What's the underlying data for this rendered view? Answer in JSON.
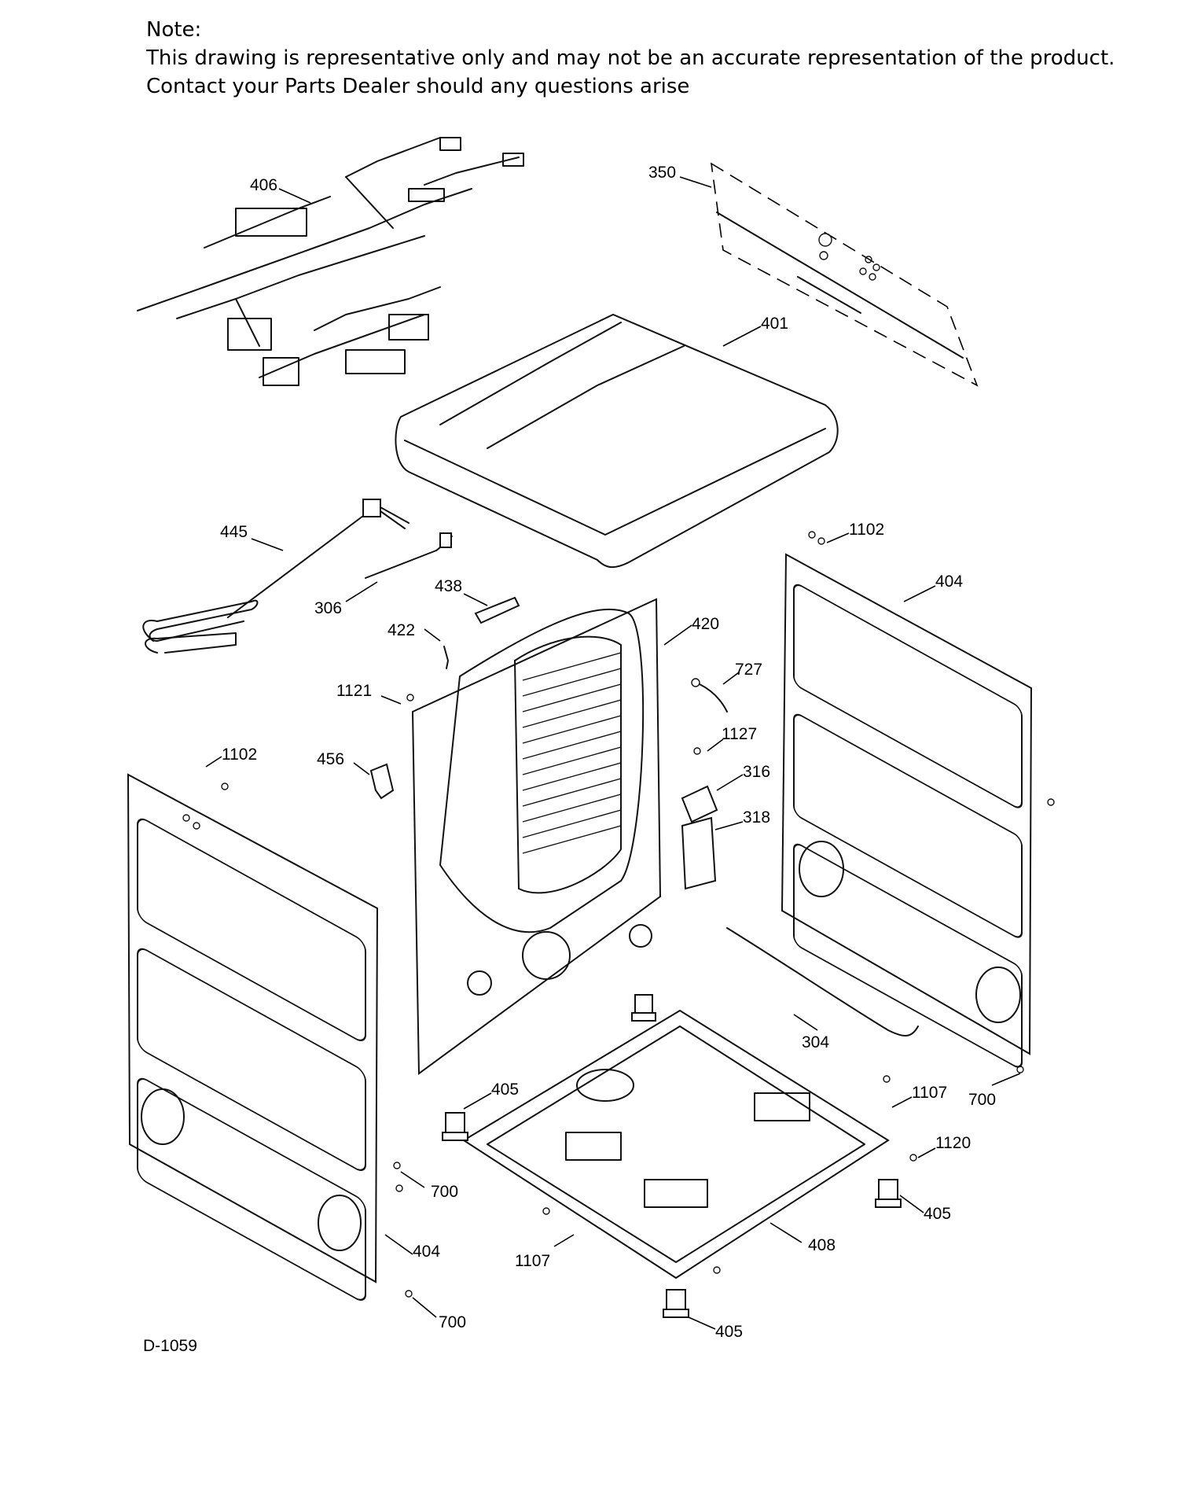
{
  "note": {
    "heading": "Note:",
    "line1": "This drawing is representative only and may not be an accurate representation of the product.",
    "line2": "Contact your Parts Dealer should any questions arise"
  },
  "drawing_code": "D-1059",
  "callouts": [
    {
      "id": "c406",
      "label": "406"
    },
    {
      "id": "c350",
      "label": "350"
    },
    {
      "id": "c401",
      "label": "401"
    },
    {
      "id": "c445",
      "label": "445"
    },
    {
      "id": "c306",
      "label": "306"
    },
    {
      "id": "c438",
      "label": "438"
    },
    {
      "id": "c422",
      "label": "422"
    },
    {
      "id": "c420",
      "label": "420"
    },
    {
      "id": "c1102a",
      "label": "1102"
    },
    {
      "id": "c404a",
      "label": "404"
    },
    {
      "id": "c727",
      "label": "727"
    },
    {
      "id": "c1121",
      "label": "1121"
    },
    {
      "id": "c1127",
      "label": "1127"
    },
    {
      "id": "c1102b",
      "label": "1102"
    },
    {
      "id": "c456",
      "label": "456"
    },
    {
      "id": "c316",
      "label": "316"
    },
    {
      "id": "c318",
      "label": "318"
    },
    {
      "id": "c304",
      "label": "304"
    },
    {
      "id": "c405a",
      "label": "405"
    },
    {
      "id": "c1107a",
      "label": "1107"
    },
    {
      "id": "c700a",
      "label": "700"
    },
    {
      "id": "c1120",
      "label": "1120"
    },
    {
      "id": "c700b",
      "label": "700"
    },
    {
      "id": "c405b",
      "label": "405"
    },
    {
      "id": "c404b",
      "label": "404"
    },
    {
      "id": "c408",
      "label": "408"
    },
    {
      "id": "c1107b",
      "label": "1107"
    },
    {
      "id": "c700c",
      "label": "700"
    },
    {
      "id": "c405c",
      "label": "405"
    }
  ]
}
